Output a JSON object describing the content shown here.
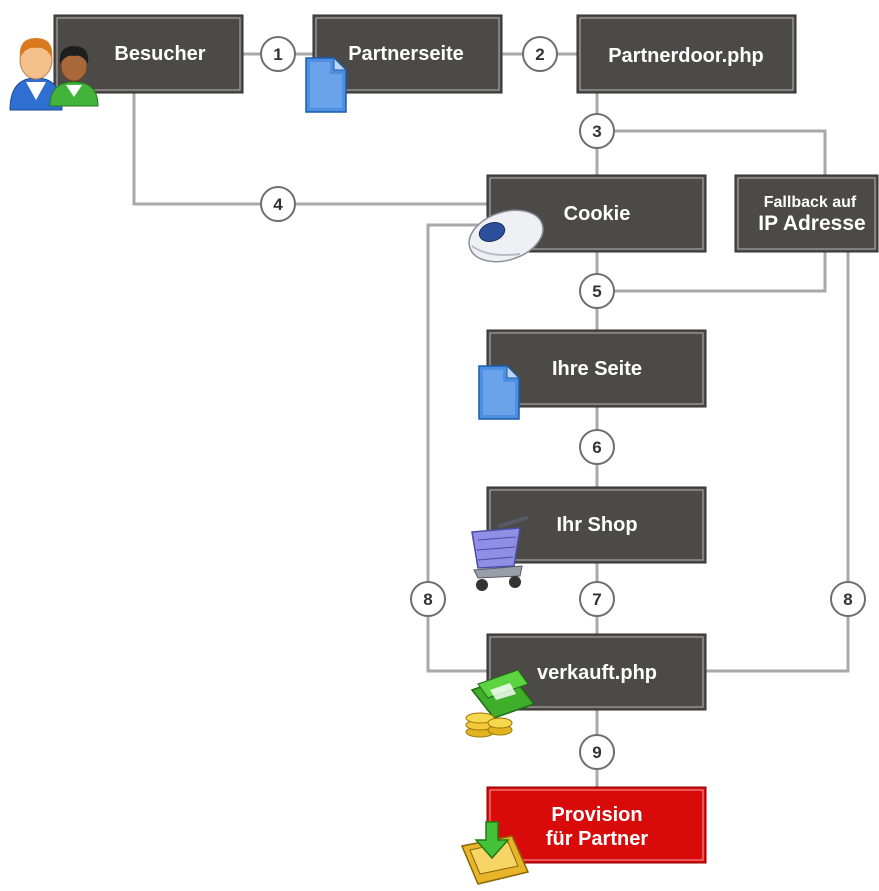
{
  "colors": {
    "box_fill": "#4b4a47",
    "box_text": "#ffffff",
    "highlight_box_fill": "#d90a0a",
    "connector": "#a9a9a9",
    "step_circle_border": "#6e6e6e"
  },
  "nodes": {
    "besucher": "Besucher",
    "partnerseite": "Partnerseite",
    "partnerdoor": "Partnerdoor.php",
    "cookie": "Cookie",
    "fallback_line1": "Fallback auf",
    "fallback_line2": "IP Adresse",
    "ihre_seite": "Ihre Seite",
    "ihr_shop": "Ihr Shop",
    "verkauft": "verkauft.php",
    "provision_line1": "Provision",
    "provision_line2": "für Partner"
  },
  "steps": {
    "s1": "1",
    "s2": "2",
    "s3": "3",
    "s4": "4",
    "s5": "5",
    "s6": "6",
    "s7": "7",
    "s8_left": "8",
    "s8_right": "8",
    "s9": "9"
  },
  "icons": {
    "visitors": "users-icon",
    "partner_page": "document-icon",
    "cookie": "mouse-icon",
    "your_page": "document-icon",
    "shop": "shopping-cart-icon",
    "sold": "money-icon",
    "commission": "inbox-download-icon"
  }
}
